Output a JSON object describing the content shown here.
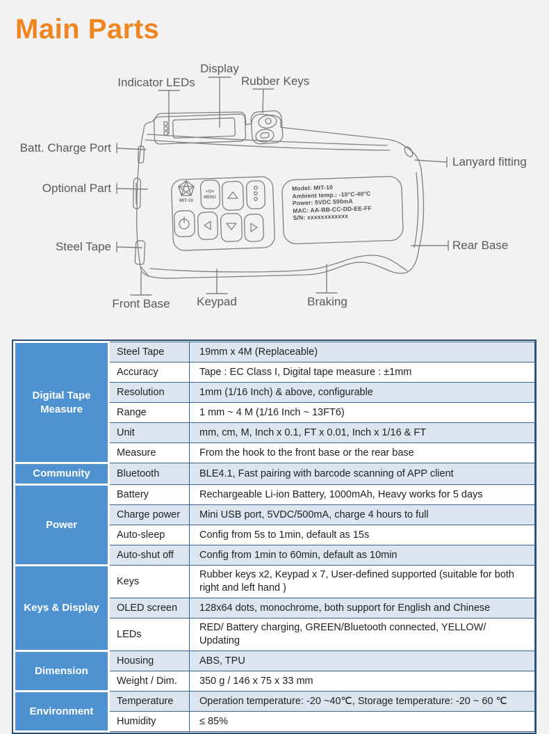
{
  "page": {
    "title": "Main Parts"
  },
  "colors": {
    "title_orange": "#f0841e",
    "group_blue": "#4e92d2",
    "row_stripe_blue": "#dce6f1",
    "table_border_blue": "#2b4e79",
    "diagram_line_gray": "#7f7f7f",
    "label_text_gray": "#595959"
  },
  "diagram": {
    "labels": {
      "display": "Display",
      "indicator_leds": "Indicator LEDs",
      "rubber_keys": "Rubber Keys",
      "batt_charge_port": "Batt. Charge Port",
      "optional_part": "Optional Part",
      "steel_tape": "Steel Tape",
      "front_base": "Front Base",
      "keypad": "Keypad",
      "braking": "Braking",
      "lanyard_fitting": "Lanyard fitting",
      "rear_base": "Rear Base"
    },
    "device": {
      "brand": "MIT-10",
      "menu_key_top": "+O+",
      "menu_key_label": "MENU",
      "info_lines": {
        "0": "Model: MIT-10",
        "1": "Ambient temp.: -10°C-40°C",
        "2": "Power: 5VDC 500mA",
        "3": "MAC: AA-BB-CC-DD-EE-FF",
        "4": "S/N: xxxxxxxxxxxx"
      }
    }
  },
  "spec_table": {
    "groups": [
      {
        "name": "Digital Tape Measure",
        "rows": [
          {
            "label": "Steel Tape",
            "value": "19mm x 4M (Replaceable)"
          },
          {
            "label": "Accuracy",
            "value": "Tape : EC Class I, Digital tape measure : ±1mm"
          },
          {
            "label": "Resolution",
            "value": "1mm (1/16 Inch) & above, configurable"
          },
          {
            "label": "Range",
            "value": "1 mm ~ 4 M (1/16 Inch ~ 13FT6)"
          },
          {
            "label": "Unit",
            "value": "mm, cm, M, Inch x 0.1, FT x 0.01, Inch x 1/16 & FT"
          },
          {
            "label": "Measure",
            "value": "From the hook to the front base or the rear base"
          }
        ]
      },
      {
        "name": "Community",
        "rows": [
          {
            "label": "Bluetooth",
            "value": "BLE4.1, Fast pairing with barcode scanning of APP client"
          }
        ]
      },
      {
        "name": "Power",
        "rows": [
          {
            "label": "Battery",
            "value": "Rechargeable Li-ion Battery, 1000mAh, Heavy works for 5 days"
          },
          {
            "label": "Charge power",
            "value": "Mini USB port, 5VDC/500mA, charge 4 hours to full"
          },
          {
            "label": "Auto-sleep",
            "value": "Config from 5s to 1min, default as 15s"
          },
          {
            "label": "Auto-shut off",
            "value": "Config from 1min to 60min, default as 10min"
          }
        ]
      },
      {
        "name": "Keys & Display",
        "rows": [
          {
            "label": "Keys",
            "value": "Rubber keys x2, Keypad x 7, User-defined supported (suitable for both right and left hand )"
          },
          {
            "label": "OLED screen",
            "value": "128x64 dots, monochrome, both support for English and Chinese"
          },
          {
            "label": "LEDs",
            "value": "RED/ Battery charging, GREEN/Bluetooth connected, YELLOW/ Updating"
          }
        ]
      },
      {
        "name": "Dimension",
        "rows": [
          {
            "label": "Housing",
            "value": "ABS, TPU"
          },
          {
            "label": "Weight / Dim.",
            "value": "350 g / 146 x 75 x 33 mm"
          }
        ]
      },
      {
        "name": "Environment",
        "rows": [
          {
            "label": "Temperature",
            "value": "Operation temperature: -20 ~40℃, Storage temperature: -20 ~ 60 ℃"
          },
          {
            "label": "Humidity",
            "value": "≤ 85%"
          }
        ]
      }
    ]
  }
}
